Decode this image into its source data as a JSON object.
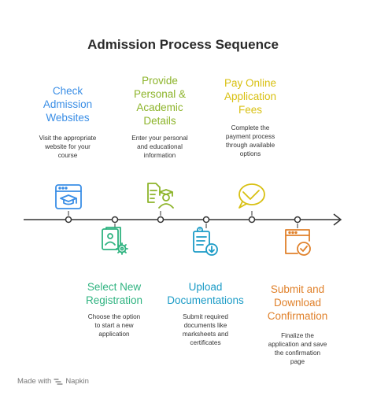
{
  "title": "Admission Process Sequence",
  "steps": [
    {
      "title": "Check\nAdmission\nWebsites",
      "desc": "Visit the appropriate\nwebsite for your\ncourse",
      "color": "#3a8ee6",
      "icon": "browser-graduation-cap-icon"
    },
    {
      "title": "Select New\nRegistration",
      "desc": "Choose the option\nto start a new\napplication",
      "color": "#2fb380",
      "icon": "document-gear-icon"
    },
    {
      "title": "Provide\nPersonal &\nAcademic\nDetails",
      "desc": "Enter your personal\nand educational\ninformation",
      "color": "#8db42a",
      "icon": "document-graduate-icon"
    },
    {
      "title": "Upload\nDocumentations",
      "desc": "Submit required\ndocuments like\nmarksheets and\ncertificates",
      "color": "#1b9bc6",
      "icon": "document-download-icon"
    },
    {
      "title": "Pay Online\nApplication\nFees",
      "desc": "Complete the\npayment process\nthrough available\noptions",
      "color": "#d8c012",
      "icon": "checkmark-bubble-icon"
    },
    {
      "title": "Submit and\nDownload\nConfirmation",
      "desc": "Finalize the\napplication and save\nthe confirmation\npage",
      "color": "#e0812b",
      "icon": "browser-checkmark-icon"
    }
  ],
  "footer": {
    "text": "Made with",
    "brand": "Napkin"
  }
}
